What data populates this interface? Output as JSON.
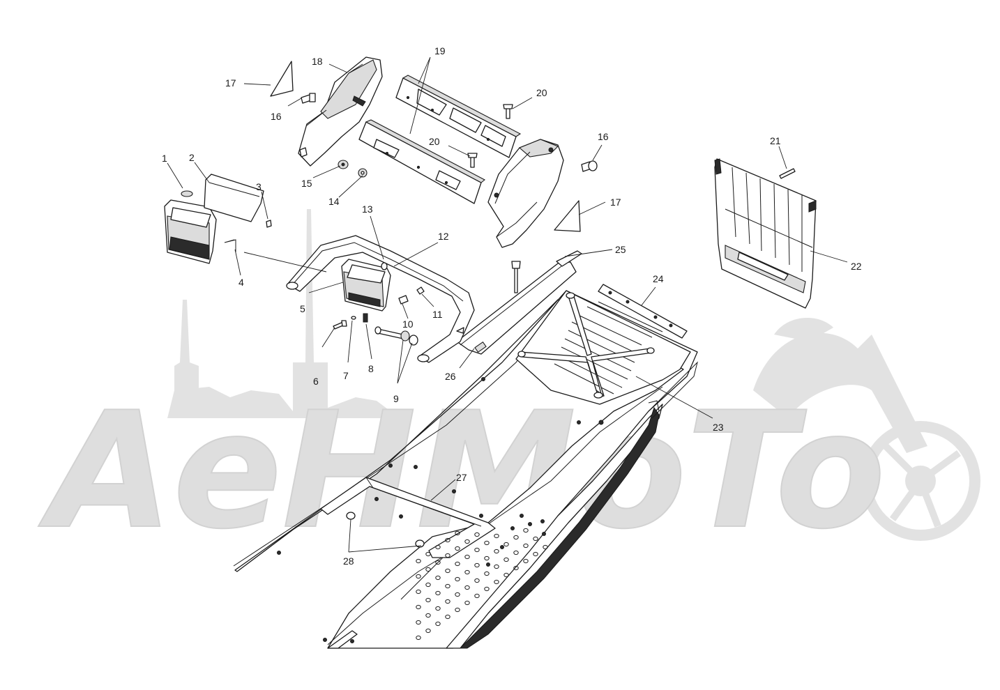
{
  "watermark": {
    "text": "AeHMoTo",
    "color": "#dddddd"
  },
  "colors": {
    "line": "#1a1a1a",
    "shade": "#dcdcdc",
    "background": "#ffffff"
  },
  "callouts": [
    {
      "id": "1",
      "label": "1"
    },
    {
      "id": "2",
      "label": "2"
    },
    {
      "id": "3",
      "label": "3"
    },
    {
      "id": "4",
      "label": "4"
    },
    {
      "id": "5",
      "label": "5"
    },
    {
      "id": "6",
      "label": "6"
    },
    {
      "id": "7",
      "label": "7"
    },
    {
      "id": "8",
      "label": "8"
    },
    {
      "id": "9",
      "label": "9"
    },
    {
      "id": "10",
      "label": "10"
    },
    {
      "id": "11",
      "label": "11"
    },
    {
      "id": "12",
      "label": "12"
    },
    {
      "id": "13",
      "label": "13"
    },
    {
      "id": "14",
      "label": "14"
    },
    {
      "id": "15",
      "label": "15"
    },
    {
      "id": "16a",
      "label": "16"
    },
    {
      "id": "16b",
      "label": "16"
    },
    {
      "id": "17a",
      "label": "17"
    },
    {
      "id": "17b",
      "label": "17"
    },
    {
      "id": "18",
      "label": "18"
    },
    {
      "id": "19",
      "label": "19"
    },
    {
      "id": "20a",
      "label": "20"
    },
    {
      "id": "20b",
      "label": "20"
    },
    {
      "id": "21",
      "label": "21"
    },
    {
      "id": "22",
      "label": "22"
    },
    {
      "id": "23",
      "label": "23"
    },
    {
      "id": "24",
      "label": "24"
    },
    {
      "id": "25",
      "label": "25"
    },
    {
      "id": "26",
      "label": "26"
    },
    {
      "id": "27",
      "label": "27"
    },
    {
      "id": "28",
      "label": "28"
    }
  ]
}
